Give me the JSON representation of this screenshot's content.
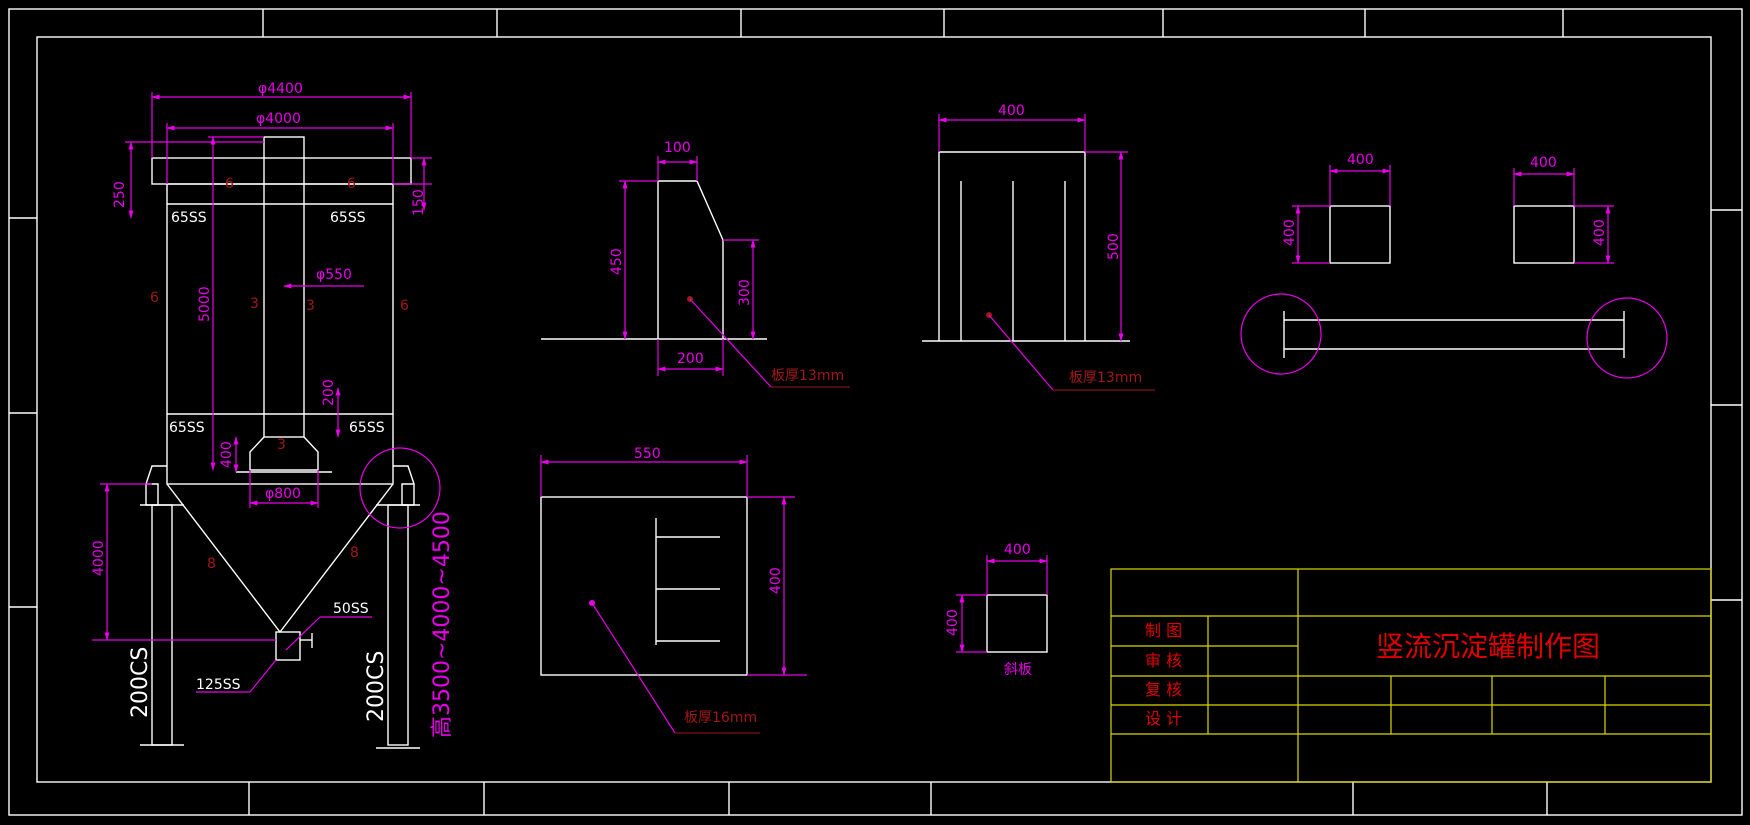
{
  "colors": {
    "background": "#000000",
    "frame": "#ffffff",
    "dimension": "#e800e8",
    "title_block": "#d8d800",
    "weld_text": "#a01818",
    "title_text": "#e00000"
  },
  "main_view": {
    "dims": {
      "d_outer": "φ4400",
      "d_inner": "φ4000",
      "h_250": "250",
      "h_150": "150",
      "h_5000": "5000",
      "d_pipe": "φ550",
      "h_200": "200",
      "h_400": "400",
      "d_800": "φ800",
      "h_4000": "4000",
      "total_height": "高3500~4000~4500"
    },
    "labels": {
      "ss65_tl": "65SS",
      "ss65_tr": "65SS",
      "ss65_bl": "65SS",
      "ss65_br": "65SS",
      "ss50": "50SS",
      "ss125": "125SS",
      "cs200_l": "200CS",
      "cs200_r": "200CS"
    },
    "welds": {
      "w6_a": "6",
      "w6_b": "6",
      "w6_c": "6",
      "w6_d": "6",
      "w3_a": "3",
      "w3_b": "3",
      "w3_c": "3",
      "w8_a": "8",
      "w8_b": "8"
    }
  },
  "detail_a": {
    "w100": "100",
    "h450": "450",
    "h300": "300",
    "w200": "200",
    "note": "板厚13mm"
  },
  "detail_b": {
    "w400": "400",
    "h500": "500",
    "note": "板厚13mm"
  },
  "detail_c": {
    "w550": "550",
    "h400": "400",
    "note": "板厚16mm"
  },
  "detail_d": {
    "w400": "400",
    "h400": "400",
    "label": "斜板"
  },
  "detail_e": {
    "w400": "400",
    "h400": "400"
  },
  "detail_f": {
    "w400": "400",
    "h400": "400"
  },
  "title_block": {
    "title": "竖流沉淀罐制作图",
    "rows": [
      "制 图",
      "审 核",
      "复 核",
      "设 计"
    ]
  }
}
